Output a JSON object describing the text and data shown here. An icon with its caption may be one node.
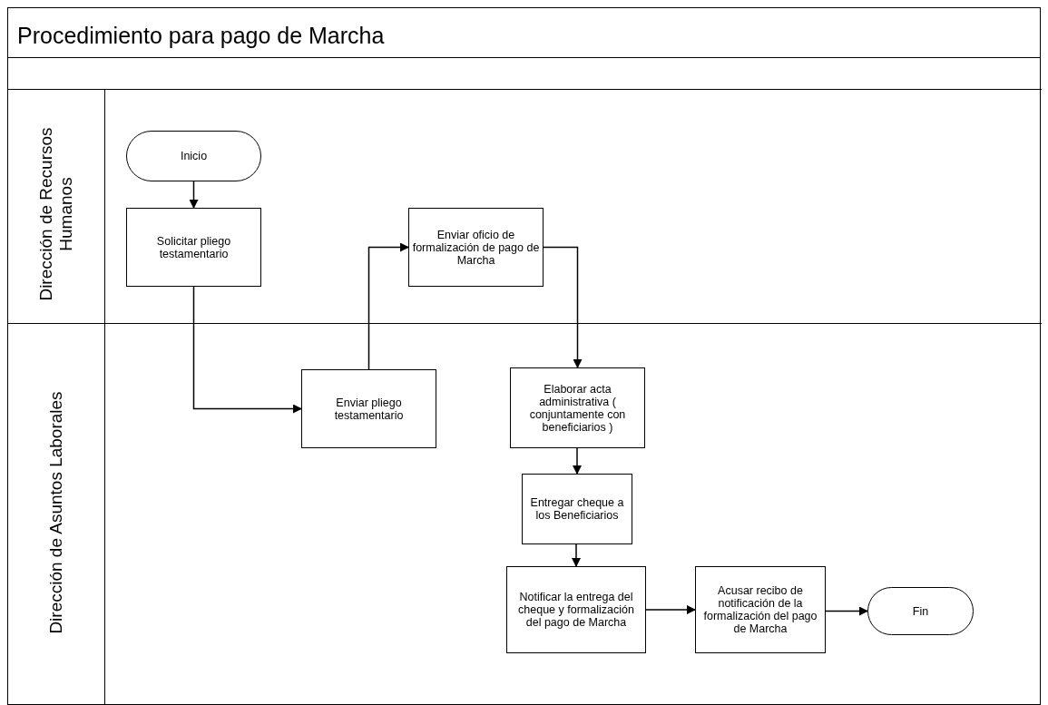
{
  "diagram": {
    "title": "Procedimiento para pago de Marcha",
    "nodes": [
      {
        "text": [
          "Dirección de Recursos Humanos"
        ]
      },
      {
        "text": [
          "Dirección de Asuntos Laborales"
        ]
      },
      {
        "text": [
          "Inicio"
        ],
        "in": 0
      },
      {
        "text": [
          "Solicitar pliego testamentario"
        ],
        "in": 0
      },
      {
        "text": [
          "Enviar oficio de formalización de pago de Marcha"
        ],
        "in": 0
      },
      {
        "text": [
          "Enviar pliego testamentario"
        ],
        "in": 1
      },
      {
        "text": [
          "Elaborar acta administrativa ( conjuntamente con beneficiarios )"
        ],
        "in": 1
      },
      {
        "text": [
          "Entregar cheque a los Beneficiarios"
        ],
        "in": 1
      },
      {
        "text": [
          "Notificar la entrega del cheque y formalización del pago de Marcha"
        ],
        "in": 1
      },
      {
        "text": [
          "Acusar recibo de notificación de la formalización del pago de Marcha"
        ],
        "in": 1
      },
      {
        "text": [
          "Fin"
        ],
        "in": 1
      }
    ],
    "edges": [
      {
        "from": 2,
        "to": 3,
        "arrow": "to"
      },
      {
        "from": 3,
        "to": 5,
        "arrow": "to"
      },
      {
        "from": 5,
        "to": 4,
        "arrow": "to"
      },
      {
        "from": 4,
        "to": 6,
        "arrow": "to"
      },
      {
        "from": 6,
        "to": 7,
        "arrow": "to"
      },
      {
        "from": 7,
        "to": 8,
        "arrow": "to"
      },
      {
        "from": 8,
        "to": 9,
        "arrow": "to"
      },
      {
        "from": 9,
        "to": 10,
        "arrow": "to"
      }
    ]
  }
}
